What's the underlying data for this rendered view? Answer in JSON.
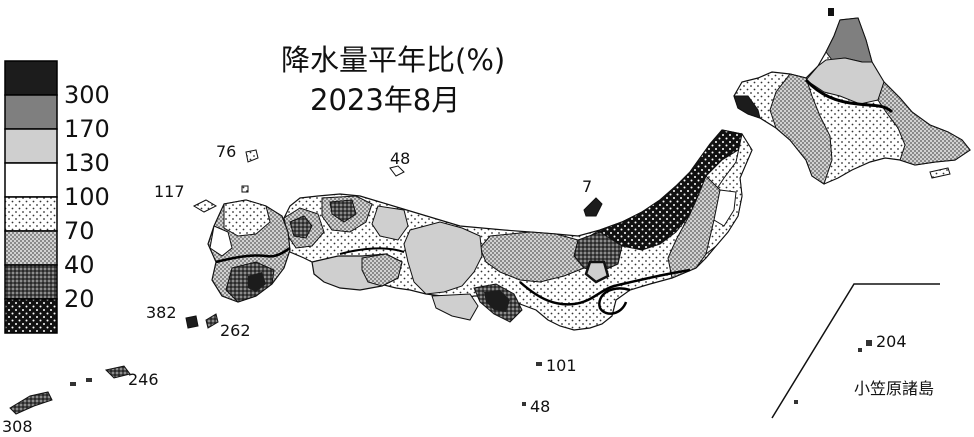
{
  "title": {
    "line1": "降水量平年比(%)",
    "line2": "2023年8月"
  },
  "legend": {
    "thresholds": [
      "300",
      "170",
      "130",
      "100",
      "70",
      "40",
      "20"
    ],
    "classes": [
      {
        "range": "300以上",
        "fill": "solid-black",
        "color": "#1c1c1c"
      },
      {
        "range": "170-300",
        "fill": "dark-gray",
        "color": "#7f7f7f"
      },
      {
        "range": "130-170",
        "fill": "light-gray",
        "color": "#cfcfcf"
      },
      {
        "range": "100-130",
        "fill": "white",
        "color": "#ffffff"
      },
      {
        "range": "70-100",
        "fill": "sparse-dots",
        "color": "#ffffff"
      },
      {
        "range": "40-70",
        "fill": "dense-dots",
        "color": "#bdbdbd"
      },
      {
        "range": "20-40",
        "fill": "dark-dots",
        "color": "#555555"
      },
      {
        "range": "20未満",
        "fill": "black-with-white-dots",
        "color": "#111111"
      }
    ]
  },
  "stations": [
    {
      "value": "76"
    },
    {
      "value": "48"
    },
    {
      "value": "117"
    },
    {
      "value": "7"
    },
    {
      "value": "382"
    },
    {
      "value": "262"
    },
    {
      "value": "246"
    },
    {
      "value": "308"
    },
    {
      "value": "101"
    },
    {
      "value": "48"
    },
    {
      "value": "204"
    }
  ],
  "islands_label": "小笠原諸島",
  "map_regions": [
    {
      "name": "hokkaido",
      "fill": "sparse-dots"
    },
    {
      "name": "tohoku",
      "fill": "black-with-white-dots"
    },
    {
      "name": "kanto",
      "fill": "sparse-dots"
    },
    {
      "name": "chubu",
      "fill": "dense-dots"
    },
    {
      "name": "kinki",
      "fill": "light-gray"
    },
    {
      "name": "chugoku",
      "fill": "sparse-dots"
    },
    {
      "name": "shikoku",
      "fill": "light-gray"
    },
    {
      "name": "kyushu",
      "fill": "dense-dots"
    }
  ]
}
